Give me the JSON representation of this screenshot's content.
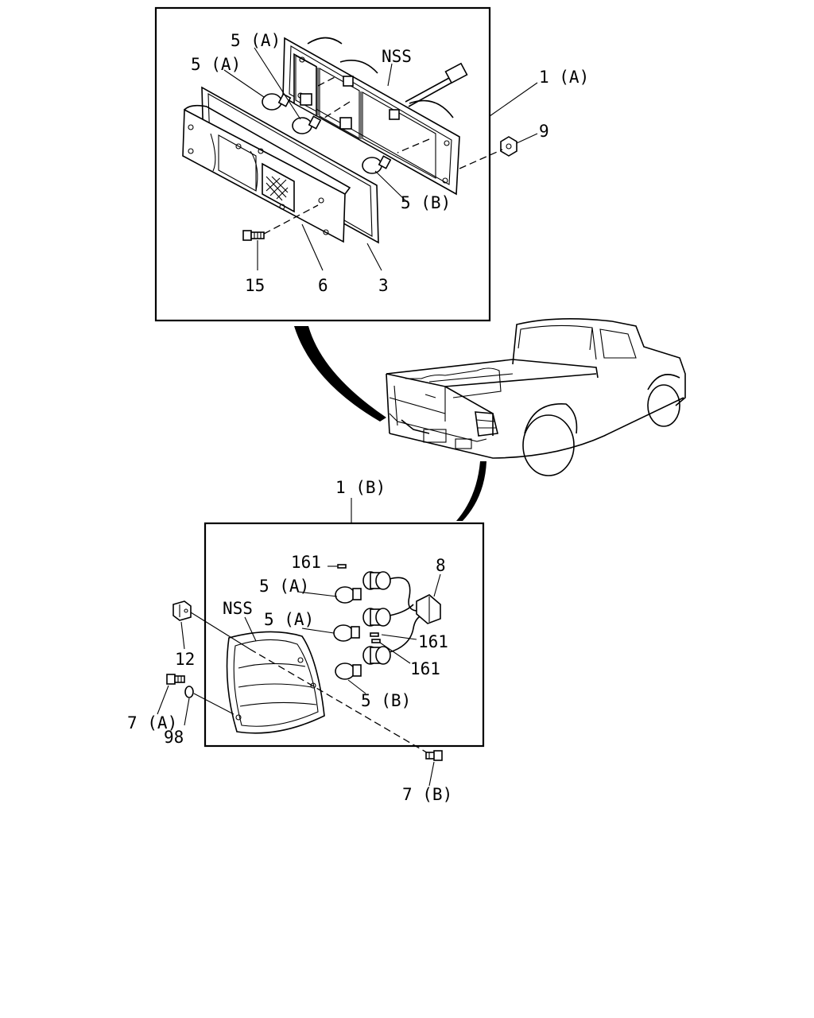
{
  "callouts": {
    "a_1a": "1 (A)",
    "a_5a_top": "5 (A)",
    "a_5a_left": "5 (A)",
    "a_nss": "NSS",
    "a_9": "9",
    "a_5b": "5 (B)",
    "a_15": "15",
    "a_6": "6",
    "a_3": "3",
    "b_1b": "1 (B)",
    "b_161_top": "161",
    "b_8": "8",
    "b_5a_top": "5 (A)",
    "b_nss": "NSS",
    "b_5a_mid": "5 (A)",
    "b_161_mid": "161",
    "b_161_low": "161",
    "b_12": "12",
    "b_5b": "5 (B)",
    "b_7a": "7 (A)",
    "b_98": "98",
    "b_7b": "7 (B)"
  }
}
